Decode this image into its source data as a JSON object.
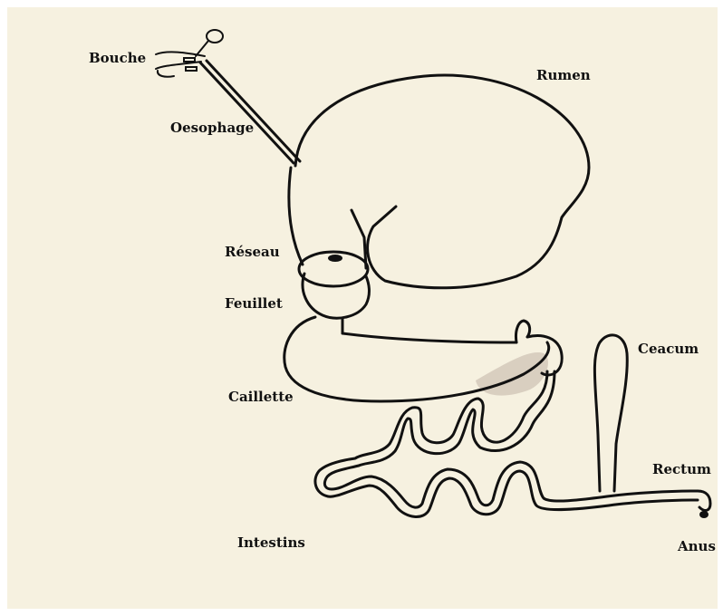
{
  "diagram": {
    "labels": {
      "bouche": "Bouche",
      "oesophage": "Oesophage",
      "rumen": "Rumen",
      "reseau": "Réseau",
      "feuillet": "Feuillet",
      "caillette": "Caillette",
      "ceacum": "Ceacum",
      "rectum": "Rectum",
      "intestins": "Intestins",
      "anus": "Anus"
    },
    "colors": {
      "background": "#f6f1e0",
      "stroke": "#111111",
      "caillette_shading": "#d9cfc0"
    }
  }
}
